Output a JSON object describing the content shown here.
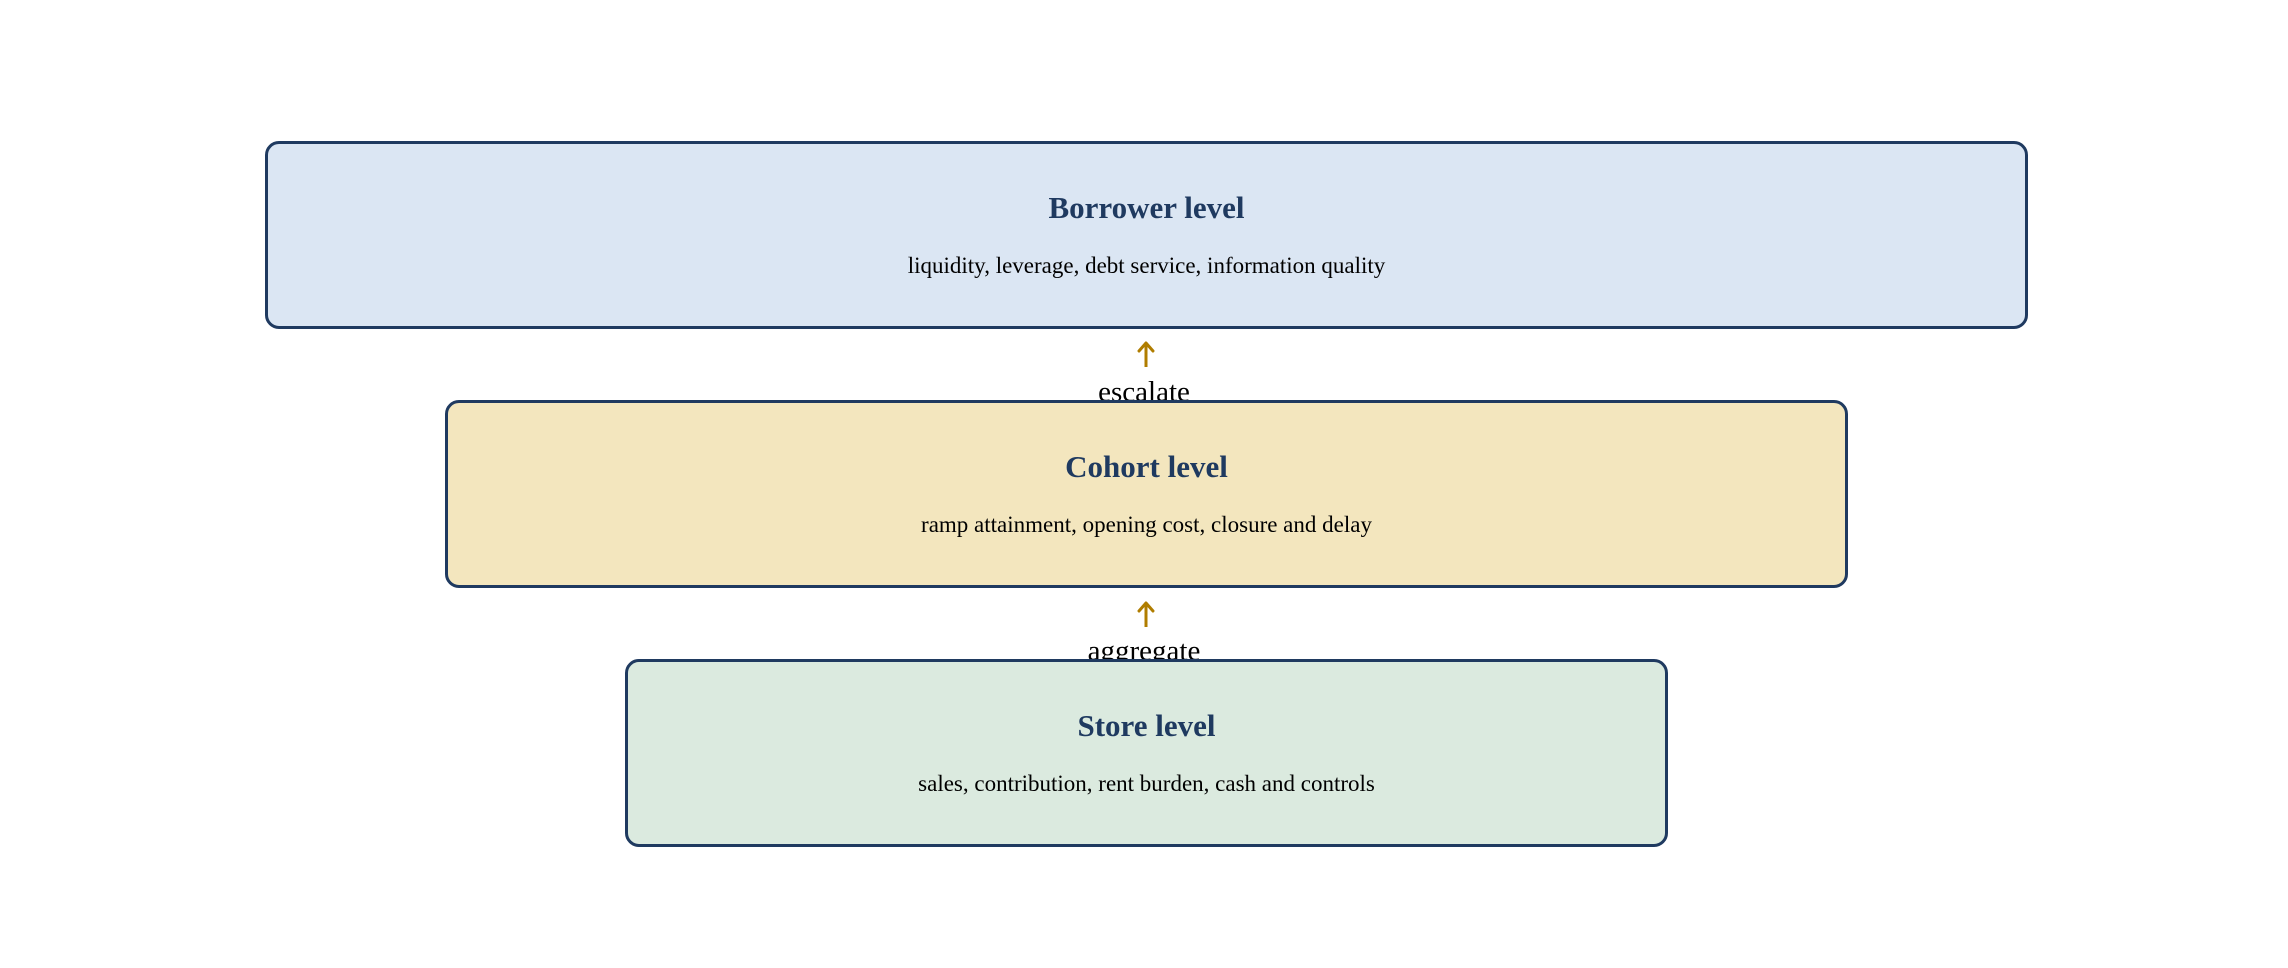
{
  "colors": {
    "border": "#1f3a60",
    "title": "#1f3a60",
    "arrow": "#b07d00",
    "borrower_fill": "#dbe6f3",
    "cohort_fill": "#f3e6be",
    "store_fill": "#dbeadf"
  },
  "levels": [
    {
      "title": "Borrower level",
      "description": "liquidity, leverage, debt service, information quality"
    },
    {
      "title": "Cohort level",
      "description": "ramp attainment, opening cost, closure and delay"
    },
    {
      "title": "Store level",
      "description": "sales, contribution, rent burden, cash and controls"
    }
  ],
  "connectors": [
    {
      "label": "escalate",
      "icon": "arrow-up-icon"
    },
    {
      "label": "aggregate",
      "icon": "arrow-up-icon"
    }
  ]
}
